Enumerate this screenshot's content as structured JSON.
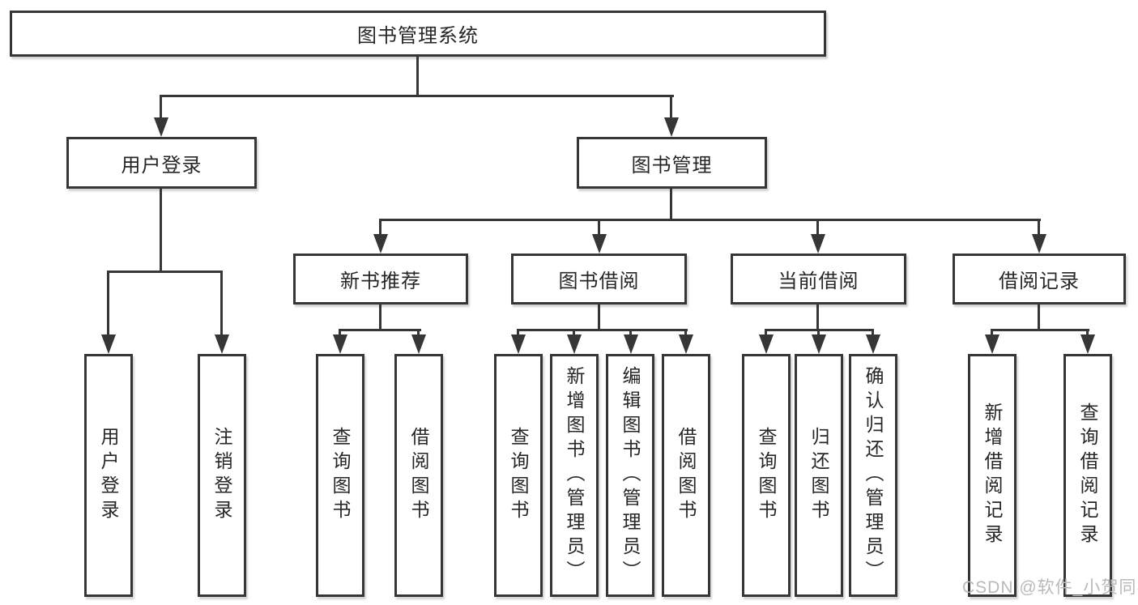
{
  "tree": {
    "label": "图书管理系统",
    "children": [
      {
        "label": "用户登录",
        "children": [
          {
            "label": "用户登录"
          },
          {
            "label": "注销登录"
          }
        ]
      },
      {
        "label": "图书管理",
        "children": [
          {
            "label": "新书推荐",
            "children": [
              {
                "label": "查询图书"
              },
              {
                "label": "借阅图书"
              }
            ]
          },
          {
            "label": "图书借阅",
            "children": [
              {
                "label": "查询图书"
              },
              {
                "label": "新增图书（管理员）"
              },
              {
                "label": "编辑图书（管理员）"
              },
              {
                "label": "借阅图书"
              }
            ]
          },
          {
            "label": "当前借阅",
            "children": [
              {
                "label": "查询图书"
              },
              {
                "label": "归还图书"
              },
              {
                "label": "确认归还（管理员）"
              }
            ]
          },
          {
            "label": "借阅记录",
            "children": [
              {
                "label": "新增借阅记录"
              },
              {
                "label": "查询借阅记录"
              }
            ]
          }
        ]
      }
    ]
  },
  "watermark": {
    "text": "CSDN @软件_小贺同学"
  },
  "colors": {
    "line": "#363636",
    "text": "#262626",
    "background": "#ffffff",
    "watermark": "#b9b9b9"
  }
}
